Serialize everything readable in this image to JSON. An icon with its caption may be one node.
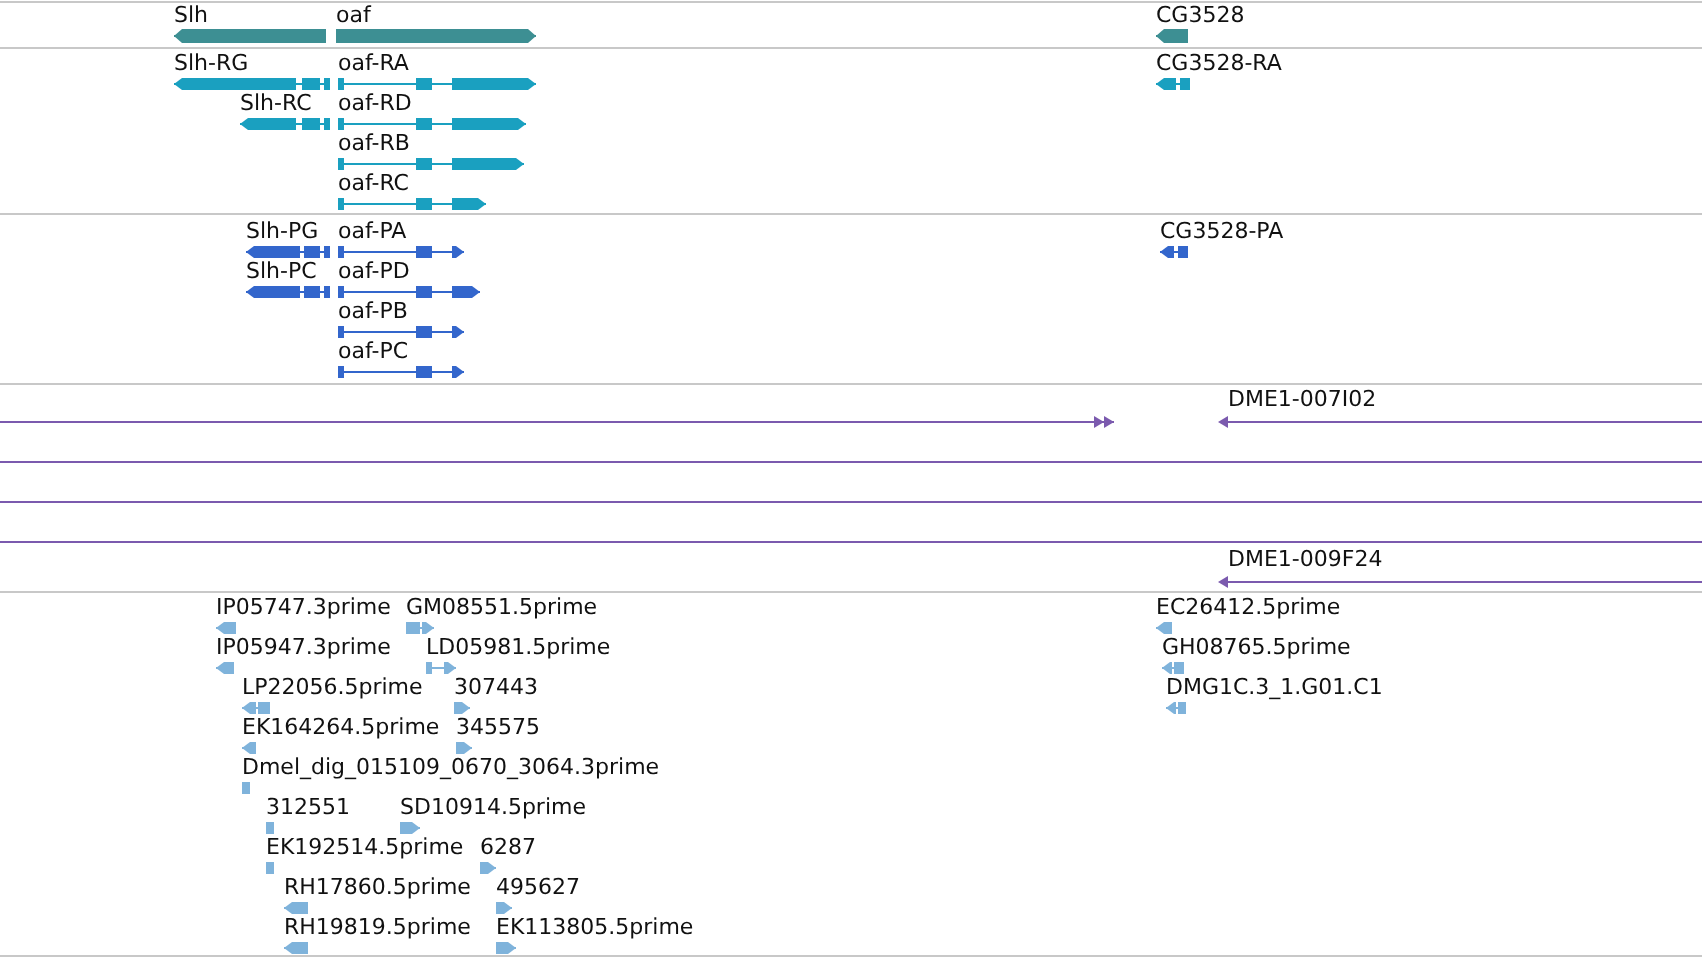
{
  "diagram": {
    "labels": [
      "Slh",
      "oaf",
      "CG3528",
      "Slh-RG",
      "oaf-RA",
      "CG3528-RA",
      "Slh-RC",
      "oaf-RD",
      "oaf-RB",
      "oaf-RC",
      "Slh-PG",
      "oaf-PA",
      "CG3528-PA",
      "Slh-PC",
      "oaf-PD",
      "oaf-PB",
      "oaf-PC",
      "DME1-007I02",
      "DME1-009F24",
      "IP05747.3prime",
      "GM08551.5prime",
      "EC26412.5prime",
      "IP05947.3prime",
      "LD05981.5prime",
      "GH08765.5prime",
      "LP22056.5prime",
      "307443",
      "DMG1C.3_1.G01.C1",
      "EK164264.5prime",
      "345575",
      "Dmel_dig_015109_0670_3064.3prime",
      "312551",
      "SD10914.5prime",
      "EK192514.5prime",
      "6287",
      "RH17860.5prime",
      "495627",
      "RH19819.5prime",
      "EK113805.5prime"
    ]
  }
}
